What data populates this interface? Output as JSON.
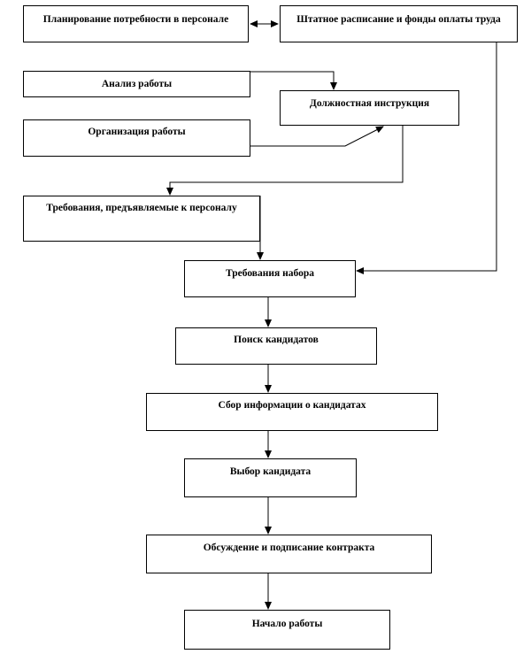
{
  "nodes": [
    {
      "id": "b1",
      "name": "node-personnel-planning",
      "text": "Планирование потребности в персонале"
    },
    {
      "id": "b2",
      "name": "node-staffing-schedule",
      "text": "Штатное расписание и фонды оплаты труда"
    },
    {
      "id": "b3",
      "name": "node-job-analysis",
      "text": "Анализ работы"
    },
    {
      "id": "b4",
      "name": "node-job-description",
      "text": "Должностная инструкция"
    },
    {
      "id": "b5",
      "name": "node-work-organization",
      "text": "Организация работы"
    },
    {
      "id": "b6",
      "name": "node-personnel-requirements",
      "text": "Требования, предъявляемые к персоналу"
    },
    {
      "id": "b7",
      "name": "node-recruitment-requirements",
      "text": "Требования набора"
    },
    {
      "id": "b8",
      "name": "node-candidate-search",
      "text": "Поиск кандидатов"
    },
    {
      "id": "b9",
      "name": "node-information-gathering",
      "text": "Сбор информации о кандидатах"
    },
    {
      "id": "b10",
      "name": "node-candidate-selection",
      "text": "Выбор кандидата"
    },
    {
      "id": "b11",
      "name": "node-contract-discussion",
      "text": "Обсуждение и подписание контракта"
    },
    {
      "id": "b12",
      "name": "node-start-of-work",
      "text": "Начало работы"
    }
  ],
  "edges": [
    {
      "from": "b1",
      "to": "b2",
      "bidirectional": true
    },
    {
      "from": "b3",
      "to": "b4"
    },
    {
      "from": "b5",
      "to": "b4"
    },
    {
      "from": "b4",
      "to": "b6"
    },
    {
      "from": "b6",
      "to": "b7"
    },
    {
      "from": "b2",
      "to": "b7"
    },
    {
      "from": "b7",
      "to": "b8"
    },
    {
      "from": "b8",
      "to": "b9"
    },
    {
      "from": "b9",
      "to": "b10"
    },
    {
      "from": "b10",
      "to": "b11"
    },
    {
      "from": "b11",
      "to": "b12"
    }
  ]
}
